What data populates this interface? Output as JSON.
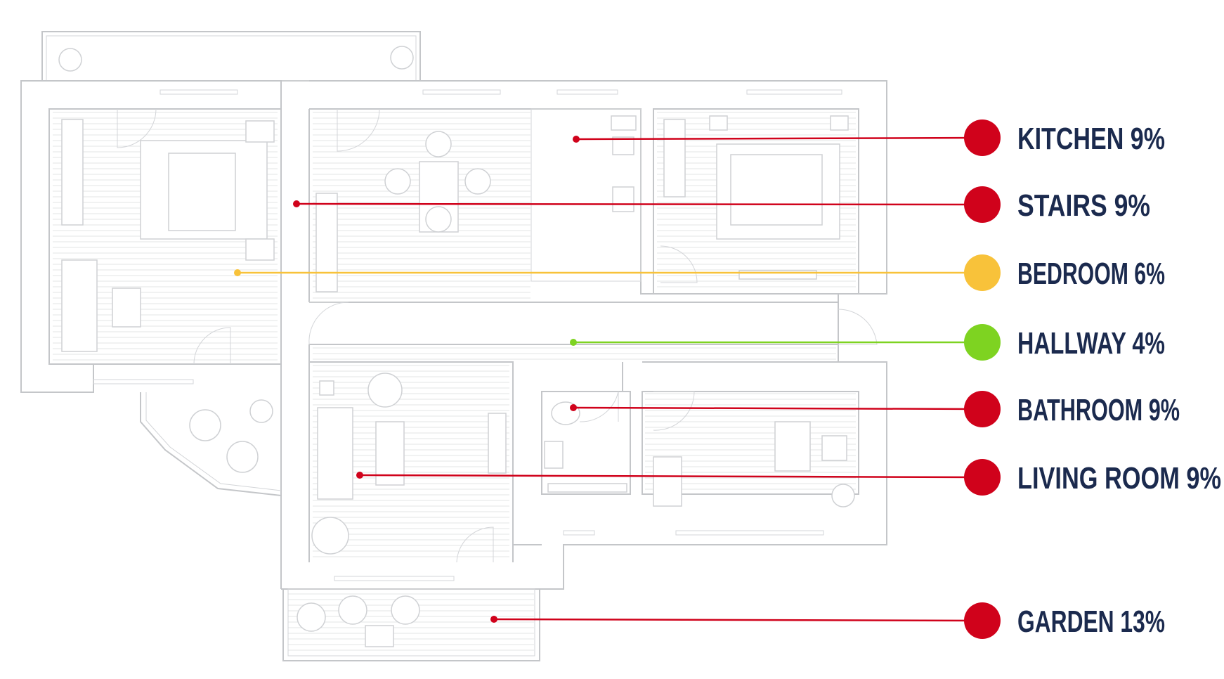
{
  "rooms": [
    {
      "label": "KITCHEN 9%",
      "color": "#d0021b"
    },
    {
      "label": "STAIRS 9%",
      "color": "#d0021b"
    },
    {
      "label": "BEDROOM 6%",
      "color": "#f8c23a"
    },
    {
      "label": "HALLWAY 4%",
      "color": "#7ed321"
    },
    {
      "label": "BATHROOM 9%",
      "color": "#d0021b"
    },
    {
      "label": "LIVING ROOM 9%",
      "color": "#d0021b"
    },
    {
      "label": "GARDEN 13%",
      "color": "#d0021b"
    }
  ]
}
